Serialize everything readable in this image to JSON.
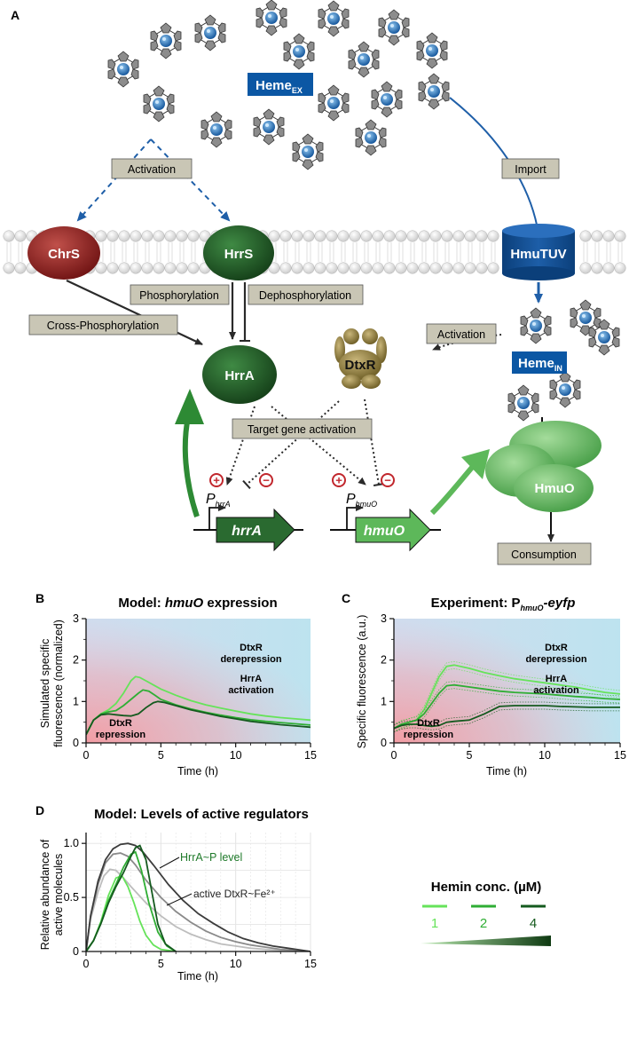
{
  "panelA": {
    "letter": "A",
    "heme_ex": {
      "main": "Heme",
      "sub": "EX"
    },
    "heme_in": {
      "main": "Heme",
      "sub": "IN"
    },
    "labels": {
      "activation_top": "Activation",
      "import": "Import",
      "phosphorylation": "Phosphorylation",
      "dephosphorylation": "Dephosphorylation",
      "cross_phosphorylation": "Cross-Phosphorylation",
      "activation_right": "Activation",
      "target_gene_activation": "Target gene activation",
      "consumption": "Consumption"
    },
    "proteins": {
      "chrs": "ChrS",
      "hrrs": "HrrS",
      "hmutuv": "HmuTUV",
      "hrra": "HrrA",
      "dtxr": "DtxR",
      "hmuo": "HmuO"
    },
    "promoters": {
      "p_hrra_main": "P",
      "p_hrra_sub": "hrrA",
      "p_hmuo_main": "P",
      "p_hmuo_sub": "hmuO"
    },
    "genes": {
      "hrra": "hrrA",
      "hmuo": "hmuO"
    },
    "signs": {
      "plus": "+",
      "minus": "−"
    },
    "colors": {
      "heme_blue": "#0b57a4",
      "label_box": "#c9c6b5",
      "dark_green": "#1f5f2a",
      "light_green": "#5db85a",
      "chrs_red": "#8f1d1d"
    }
  },
  "panelB": {
    "letter": "B",
    "title_prefix": "Model: ",
    "title_italic": "hmuO",
    "title_suffix": " expression",
    "ylabel_line1": "Simulated specific",
    "ylabel_line2": "fluorescence (normalized)",
    "xlabel": "Time (h)",
    "ann_derep": [
      "DtxR",
      "derepression"
    ],
    "ann_act": [
      "HrrA",
      "activation"
    ],
    "ann_rep": [
      "DtxR",
      "repression"
    ]
  },
  "panelC": {
    "letter": "C",
    "title_prefix": "Experiment: P",
    "title_sub": "hmuO",
    "title_suffix": "-eyfp",
    "ylabel": "Specific  fluorescence (a.u.)",
    "xlabel": "Time (h)",
    "ann_derep": [
      "DtxR",
      "derepression"
    ],
    "ann_act": [
      "HrrA",
      "activation"
    ],
    "ann_rep": [
      "DtxR",
      "repression"
    ]
  },
  "panelD": {
    "letter": "D",
    "title": "Model: Levels of active regulators",
    "ylabel_line1": "Relative abundance of",
    "ylabel_line2": "active molecules",
    "xlabel": "Time (h)",
    "label_hrra": "HrrA~P level",
    "label_dtxr": "active DtxR~Fe²⁺"
  },
  "legend": {
    "title": "Hemin conc. (µM)",
    "items": [
      {
        "label": "1",
        "color": "#66e35a"
      },
      {
        "label": "2",
        "color": "#2fae34"
      },
      {
        "label": "4",
        "color": "#145a1e"
      }
    ]
  },
  "chart_data": [
    {
      "type": "line",
      "panel": "B",
      "title": "Model: hmuO expression",
      "xlabel": "Time (h)",
      "ylabel": "Simulated specific fluorescence (normalized)",
      "xlim": [
        0,
        15
      ],
      "ylim": [
        0,
        3
      ],
      "xticks": [
        0,
        5,
        10,
        15
      ],
      "yticks": [
        0,
        1,
        2,
        3
      ],
      "series": [
        {
          "name": "1",
          "color": "#66e35a",
          "x": [
            0,
            0.5,
            1,
            1.5,
            2,
            2.5,
            3,
            3.3,
            3.6,
            4,
            4.5,
            5,
            6,
            7,
            8,
            9,
            10,
            11,
            12,
            13,
            14,
            15
          ],
          "y": [
            0.2,
            0.55,
            0.7,
            0.8,
            0.95,
            1.2,
            1.5,
            1.6,
            1.58,
            1.5,
            1.4,
            1.3,
            1.15,
            1.02,
            0.92,
            0.84,
            0.77,
            0.7,
            0.65,
            0.61,
            0.58,
            0.55
          ]
        },
        {
          "name": "2",
          "color": "#2fae34",
          "x": [
            0,
            0.5,
            1,
            1.5,
            2,
            2.5,
            3,
            3.5,
            3.8,
            4.2,
            4.6,
            5,
            6,
            7,
            8,
            9,
            10,
            11,
            12,
            13,
            14,
            15
          ],
          "y": [
            0.2,
            0.55,
            0.7,
            0.75,
            0.78,
            0.9,
            1.05,
            1.2,
            1.28,
            1.25,
            1.15,
            1.05,
            0.92,
            0.82,
            0.74,
            0.67,
            0.61,
            0.56,
            0.52,
            0.49,
            0.46,
            0.43
          ]
        },
        {
          "name": "4",
          "color": "#145a1e",
          "x": [
            0,
            0.5,
            1,
            1.5,
            2,
            2.5,
            3,
            3.5,
            4,
            4.5,
            4.8,
            5.2,
            6,
            7,
            8,
            9,
            10,
            11,
            12,
            13,
            14,
            15
          ],
          "y": [
            0.2,
            0.55,
            0.68,
            0.7,
            0.68,
            0.66,
            0.65,
            0.7,
            0.85,
            0.97,
            1.0,
            0.98,
            0.9,
            0.8,
            0.72,
            0.64,
            0.58,
            0.52,
            0.48,
            0.44,
            0.41,
            0.38
          ]
        }
      ]
    },
    {
      "type": "line",
      "panel": "C",
      "title": "Experiment: PhmuO-eyfp",
      "xlabel": "Time (h)",
      "ylabel": "Specific fluorescence (a.u.)",
      "xlim": [
        0,
        15
      ],
      "ylim": [
        0,
        3
      ],
      "xticks": [
        0,
        5,
        10,
        15
      ],
      "yticks": [
        0,
        1,
        2,
        3
      ],
      "series": [
        {
          "name": "1",
          "color": "#66e35a",
          "x": [
            0,
            0.5,
            1,
            1.5,
            2,
            2.5,
            3,
            3.5,
            4,
            5,
            6,
            7,
            8,
            9,
            10,
            11,
            12,
            13,
            14,
            15
          ],
          "y": [
            0.35,
            0.45,
            0.5,
            0.55,
            0.8,
            1.2,
            1.6,
            1.85,
            1.88,
            1.8,
            1.7,
            1.62,
            1.55,
            1.5,
            1.45,
            1.4,
            1.35,
            1.28,
            1.22,
            1.18
          ]
        },
        {
          "name": "2",
          "color": "#2fae34",
          "x": [
            0,
            0.5,
            1,
            1.5,
            2,
            2.5,
            3,
            3.5,
            4,
            5,
            6,
            7,
            8,
            9,
            10,
            11,
            12,
            13,
            14,
            15
          ],
          "y": [
            0.35,
            0.45,
            0.5,
            0.55,
            0.7,
            0.95,
            1.2,
            1.38,
            1.4,
            1.35,
            1.3,
            1.25,
            1.22,
            1.2,
            1.18,
            1.15,
            1.12,
            1.1,
            1.07,
            1.05
          ]
        },
        {
          "name": "4",
          "color": "#145a1e",
          "x": [
            0,
            0.5,
            1,
            1.5,
            2,
            2.5,
            3,
            3.5,
            4,
            5,
            6,
            7,
            8,
            9,
            10,
            11,
            12,
            13,
            14,
            15
          ],
          "y": [
            0.35,
            0.42,
            0.45,
            0.45,
            0.42,
            0.4,
            0.42,
            0.5,
            0.52,
            0.55,
            0.7,
            0.88,
            0.9,
            0.9,
            0.9,
            0.88,
            0.87,
            0.86,
            0.86,
            0.86
          ]
        }
      ]
    },
    {
      "type": "line",
      "panel": "D",
      "title": "Model: Levels of active regulators",
      "xlabel": "Time (h)",
      "ylabel": "Relative abundance of active molecules",
      "xlim": [
        0,
        15
      ],
      "ylim": [
        0,
        1.1
      ],
      "xticks": [
        0,
        5,
        10,
        15
      ],
      "yticks": [
        0,
        0.5,
        1.0
      ],
      "grid": true,
      "series": [
        {
          "group": "DtxR",
          "color": "#bdbdbd",
          "x": [
            0,
            0.3,
            0.8,
            1.2,
            1.6,
            2,
            2.5,
            3,
            4,
            5,
            6,
            7,
            8,
            9,
            10,
            11,
            12,
            13,
            14,
            15
          ],
          "y": [
            0,
            0.3,
            0.55,
            0.7,
            0.76,
            0.75,
            0.68,
            0.6,
            0.45,
            0.33,
            0.23,
            0.16,
            0.11,
            0.07,
            0.05,
            0.03,
            0.02,
            0.01,
            0.01,
            0.0
          ]
        },
        {
          "group": "DtxR",
          "color": "#8a8a8a",
          "x": [
            0,
            0.3,
            0.8,
            1.3,
            1.8,
            2.3,
            2.8,
            3.3,
            4,
            5,
            6,
            7,
            8,
            9,
            10,
            11,
            12,
            13,
            14,
            15
          ],
          "y": [
            0,
            0.32,
            0.62,
            0.82,
            0.9,
            0.91,
            0.88,
            0.8,
            0.66,
            0.5,
            0.37,
            0.27,
            0.19,
            0.13,
            0.09,
            0.06,
            0.04,
            0.02,
            0.01,
            0.0
          ]
        },
        {
          "group": "DtxR",
          "color": "#3c3c3c",
          "x": [
            0,
            0.3,
            0.8,
            1.3,
            1.8,
            2.3,
            2.8,
            3.3,
            3.8,
            4.5,
            5.5,
            6.5,
            7.5,
            8.5,
            9.5,
            10.5,
            11.5,
            12.5,
            13.5,
            15
          ],
          "y": [
            0,
            0.33,
            0.65,
            0.85,
            0.95,
            0.99,
            1.0,
            0.98,
            0.92,
            0.8,
            0.62,
            0.47,
            0.35,
            0.26,
            0.18,
            0.12,
            0.08,
            0.05,
            0.03,
            0.0
          ]
        },
        {
          "group": "HrrA~P",
          "color": "#66e35a",
          "x": [
            0,
            0.5,
            1,
            1.5,
            2,
            2.4,
            2.8,
            3.2,
            3.6,
            4,
            4.5,
            5,
            5.5,
            6
          ],
          "y": [
            0,
            0.1,
            0.28,
            0.52,
            0.68,
            0.7,
            0.6,
            0.45,
            0.28,
            0.15,
            0.06,
            0.02,
            0.01,
            0.0
          ]
        },
        {
          "group": "HrrA~P",
          "color": "#2fae34",
          "x": [
            0,
            0.5,
            1,
            1.5,
            2,
            2.5,
            3,
            3.3,
            3.7,
            4.2,
            4.8,
            5.4,
            6
          ],
          "y": [
            0,
            0.1,
            0.27,
            0.47,
            0.62,
            0.78,
            0.9,
            0.92,
            0.75,
            0.45,
            0.18,
            0.05,
            0.0
          ]
        },
        {
          "group": "HrrA~P",
          "color": "#145a1e",
          "x": [
            0,
            0.5,
            1,
            1.5,
            2,
            2.5,
            3,
            3.3,
            3.6,
            4,
            4.4,
            4.8,
            5.3,
            6
          ],
          "y": [
            0,
            0.1,
            0.26,
            0.45,
            0.6,
            0.73,
            0.88,
            0.96,
            0.98,
            0.85,
            0.55,
            0.25,
            0.07,
            0.0
          ]
        }
      ]
    }
  ]
}
